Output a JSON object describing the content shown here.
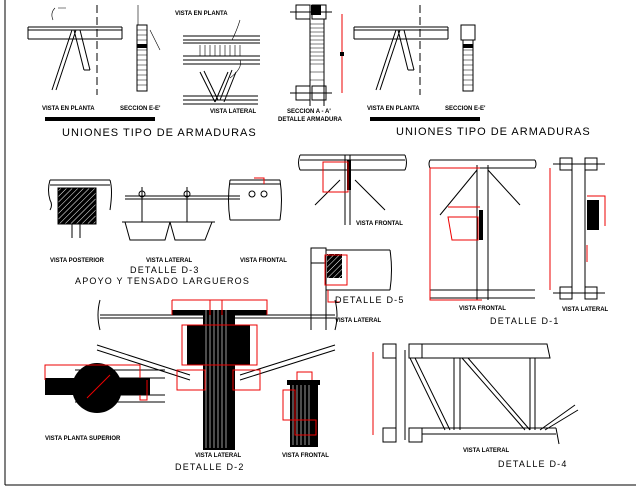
{
  "drawing": {
    "top_left": {
      "vista_planta": "VISTA EN PLANTA",
      "seccion": "SECCION E-E'"
    },
    "top_middle": {
      "vista_planta": "VISTA EN PLANTA",
      "vista_lateral": "VISTA LATERAL",
      "seccion": "SECCION A - A'",
      "detalle": "DETALLE ARMADURA"
    },
    "top_right": {
      "vista_planta": "VISTA EN PLANTA",
      "seccion": "SECCION E-E'"
    },
    "uniones_left": "UNIONES TIPO DE ARMADURAS",
    "uniones_right": "UNIONES TIPO DE ARMADURAS",
    "d3": {
      "vista_posterior": "VISTA POSTERIOR",
      "vista_lateral": "VISTA LATERAL",
      "vista_frontal": "VISTA FRONTAL",
      "title": "DETALLE D-3",
      "subtitle": "APOYO Y TENSADO LARGUEROS"
    },
    "d5": {
      "vista_frontal": "VISTA FRONTAL",
      "vista_lateral": "VISTA LATERAL",
      "title": "DETALLE D-5"
    },
    "d1": {
      "vista_frontal": "VISTA FRONTAL",
      "vista_lateral": "VISTA LATERAL",
      "title": "DETALLE D-1"
    },
    "d2": {
      "vista_planta_superior": "VISTA PLANTA SUPERIOR",
      "vista_lateral": "VISTA LATERAL",
      "vista_frontal": "VISTA FRONTAL",
      "title": "DETALLE D-2"
    },
    "d4": {
      "vista_lateral": "VISTA LATERAL",
      "title": "DETALLE D-4"
    }
  },
  "colors": {
    "line": "#000000",
    "dimension": "#e00000",
    "background": "#ffffff"
  }
}
